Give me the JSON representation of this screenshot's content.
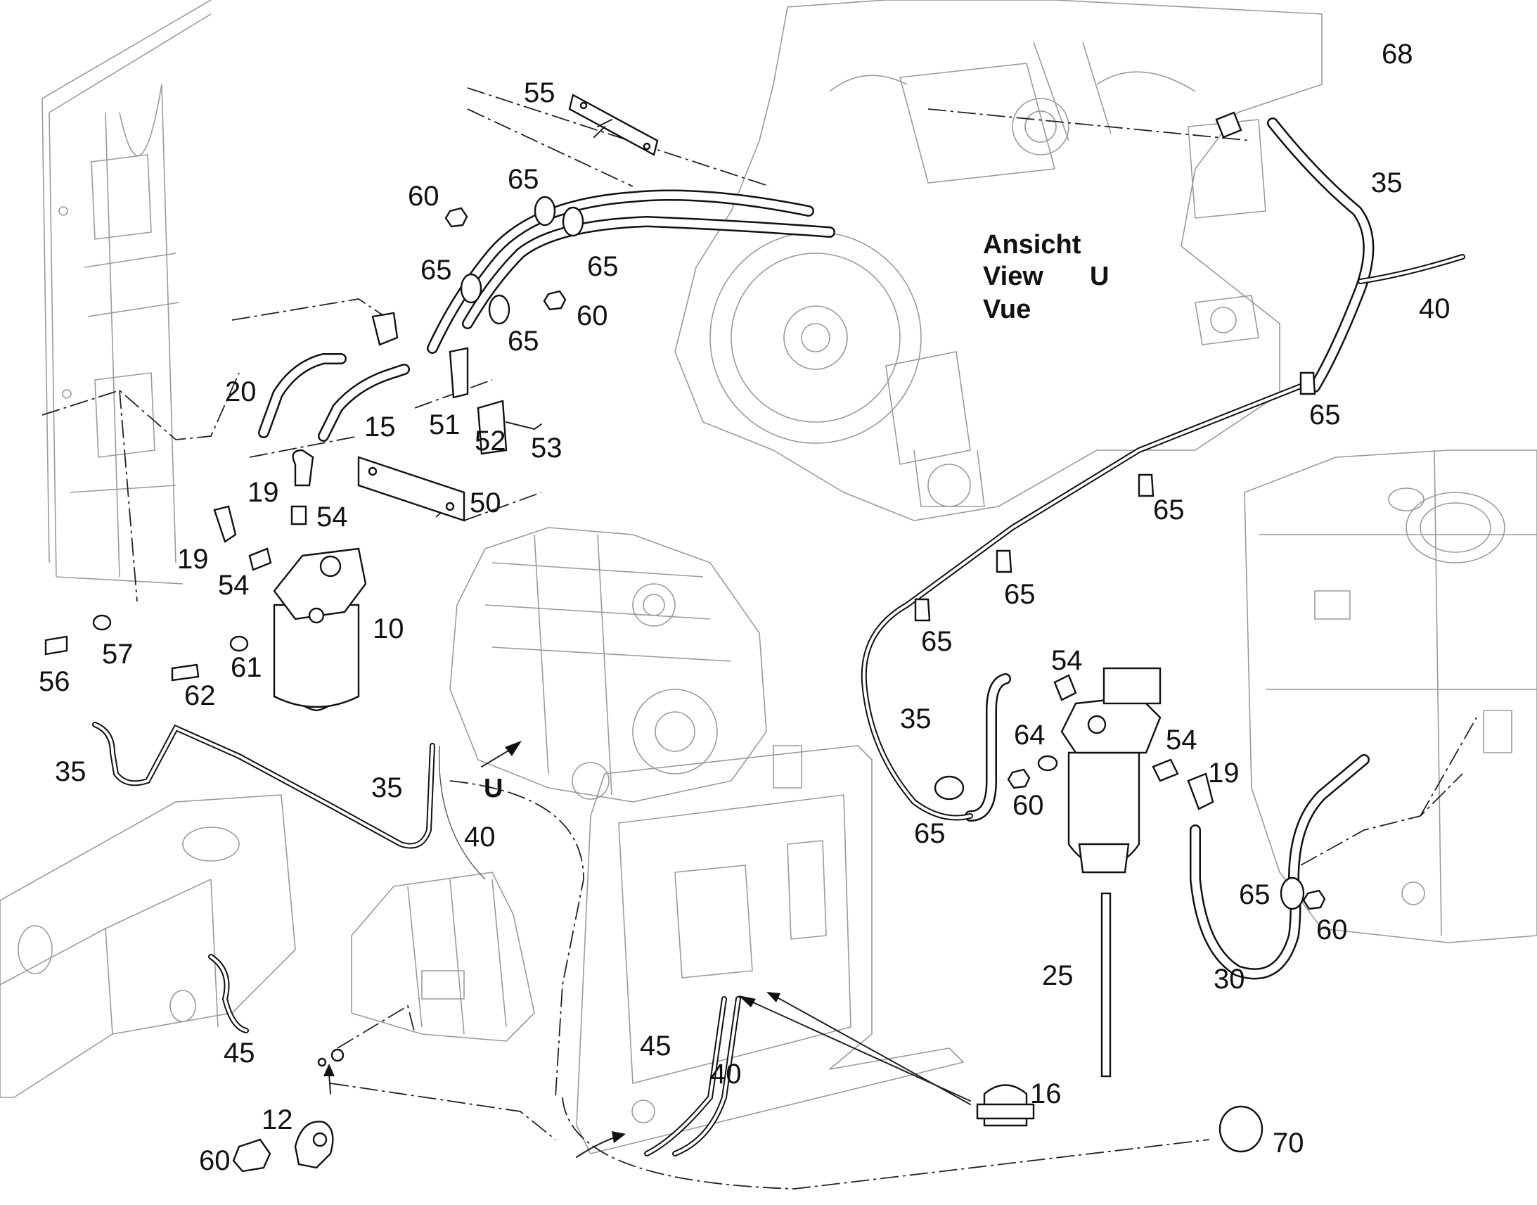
{
  "view_label": {
    "line1": "Ansicht",
    "line2a": "View",
    "line2b": "U",
    "line3": "Vue"
  },
  "view_arrow_label": "U",
  "callouts": {
    "c68": "68",
    "c55": "55",
    "c65a": "65",
    "c60a": "60",
    "c65b": "65",
    "c65c": "65",
    "c60b": "60",
    "c65d": "65",
    "c35a": "35",
    "c40a": "40",
    "c20": "20",
    "c15": "15",
    "c51": "51",
    "c52": "52",
    "c53": "53",
    "c65e": "65",
    "c19a": "19",
    "c54a": "54",
    "c50": "50",
    "c65f": "65",
    "c19b": "19",
    "c54b": "54",
    "c10": "10",
    "c65g": "65",
    "c57": "57",
    "c56": "56",
    "c61": "61",
    "c62": "62",
    "c65h": "65",
    "c54c": "54",
    "c35b": "35",
    "c64": "64",
    "c54d": "54",
    "c19c": "19",
    "c60c": "60",
    "c65i": "65",
    "c35c": "35",
    "c35d": "35",
    "c40b": "40",
    "c65j": "65",
    "c60d": "60",
    "c25": "25",
    "c30": "30",
    "c45a": "45",
    "c45b": "45",
    "c40c": "40",
    "c16": "16",
    "c12": "12",
    "c60e": "60",
    "c70": "70"
  }
}
